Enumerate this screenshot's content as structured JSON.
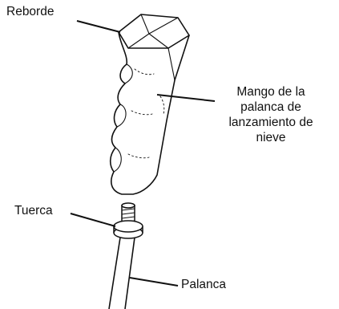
{
  "callouts": {
    "reborde": "Reborde",
    "mango_line1": "Mango de la",
    "mango_line2": "palanca de",
    "mango_line3": "lanzamiento de",
    "mango_line4": "nieve",
    "tuerca": "Tuerca",
    "palanca": "Palanca"
  },
  "colors": {
    "ink": "#111111",
    "paper": "#ffffff"
  }
}
